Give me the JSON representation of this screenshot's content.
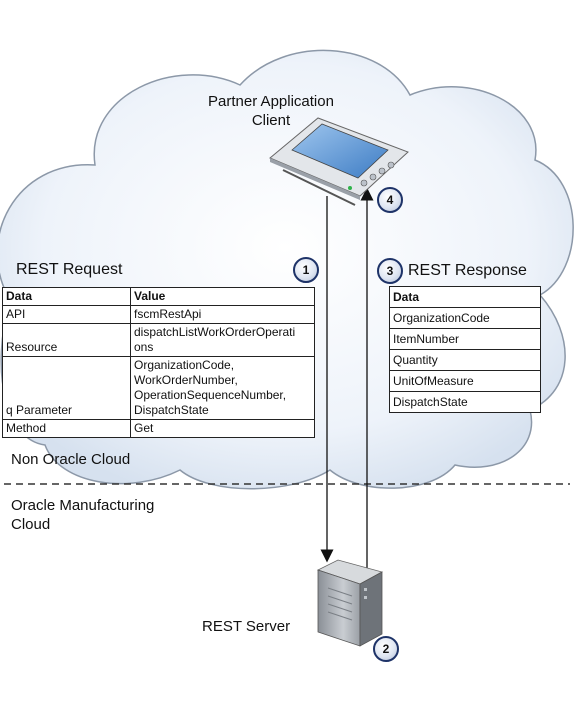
{
  "client": {
    "label_line1": "Partner Application",
    "label_line2": "Client"
  },
  "request": {
    "title": "REST Request",
    "headers": [
      "Data",
      "Value"
    ],
    "rows": [
      {
        "data": "API",
        "value": "fscmRestApi"
      },
      {
        "data": "Resource",
        "value_line1": "dispatchListWorkOrderOperati",
        "value_line2": "ons"
      },
      {
        "data": "q Parameter",
        "value_lines": [
          "OrganizationCode,",
          "WorkOrderNumber,",
          "OperationSequenceNumber,",
          "DispatchState"
        ]
      },
      {
        "data": "Method",
        "value": "Get"
      }
    ]
  },
  "response": {
    "title": "REST Response",
    "header": "Data",
    "rows": [
      "OrganizationCode",
      "ItemNumber",
      "Quantity",
      "UnitOfMeasure",
      "DispatchState"
    ]
  },
  "zones": {
    "non_oracle": "Non Oracle Cloud",
    "oracle_line1": "Oracle Manufacturing",
    "oracle_line2": "Cloud"
  },
  "server": {
    "label": "REST Server"
  },
  "steps": [
    "1",
    "2",
    "3",
    "4"
  ],
  "colors": {
    "cloud_fill": "#e3ecf7",
    "cloud_outline": "#8c98a8",
    "badge_border": "#1e3368"
  }
}
